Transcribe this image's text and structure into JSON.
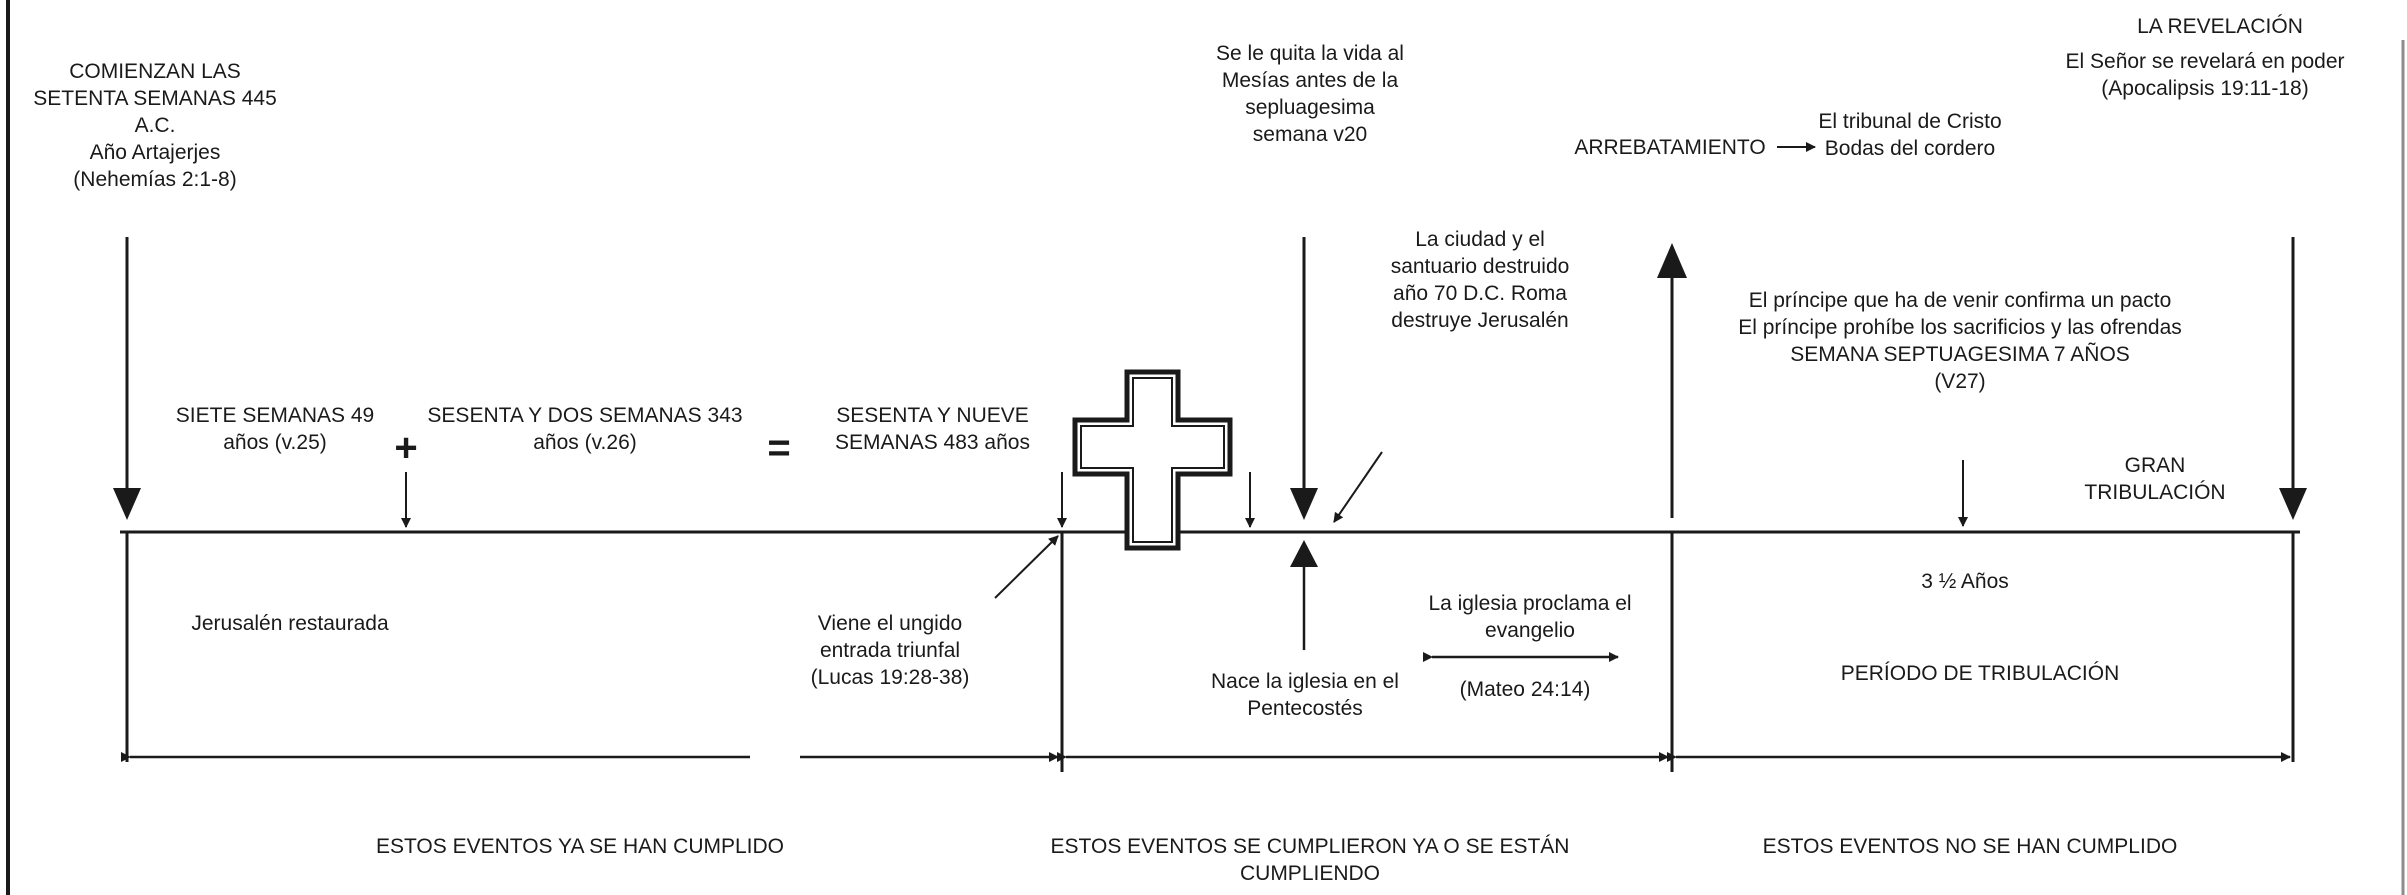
{
  "header": {
    "start": "COMIENZAN LAS\nSETENTA SEMANAS 445\nA.C.\nAño Artajerjes\n(Nehemías 2:1-8)",
    "messiah_cut_off": "Se le quita la vida al\nMesías antes de la\nsepluagesima\nsemana v20",
    "rapture_label": "ARREBATAMIENTO",
    "tribunal": "El tribunal de Cristo\nBodas del cordero",
    "revelation_title": "LA REVELACIÓN",
    "revelation_sub": "El Señor se revelará en poder\n(Apocalipsis 19:11-18)",
    "city_destroyed": "La ciudad y el\nsantuario destruido\naño 70 D.C. Roma\ndestruye Jerusalén",
    "prince": "El príncipe que ha de venir confirma un pacto\nEl príncipe prohíbe los sacrificios y las ofrendas\nSEMANA SEPTUAGESIMA 7 AÑOS\n(V27)"
  },
  "weeks": {
    "seven": "SIETE SEMANAS 49\naños (v.25)",
    "plus": "+",
    "sixty_two": "SESENTA Y DOS SEMANAS 343\naños (v.26)",
    "equals": "=",
    "sixty_nine": "SESENTA Y NUEVE\nSEMANAS 483 años",
    "great_tribulation": "GRAN\nTRIBULACIÓN"
  },
  "below": {
    "jerusalem": "Jerusalén restaurada",
    "anointed": "Viene el ungido\nentrada triunfal\n(Lucas 19:28-38)",
    "church_born": "Nace la iglesia en el\nPentecostés",
    "church_preaches": "La iglesia proclama el\nevangelio",
    "matthew": "(Mateo 24:14)",
    "half_years": "3 ½ Años",
    "tribulation_period": "PERÍODO DE TRIBULACIÓN"
  },
  "footer": {
    "fulfilled": "ESTOS EVENTOS YA SE HAN CUMPLIDO",
    "being_fulfilled": "ESTOS EVENTOS SE CUMPLIERON YA O SE ESTÁN\nCUMPLIENDO",
    "not_fulfilled": "ESTOS EVENTOS NO SE HAN CUMPLIDO"
  },
  "colors": {
    "ink": "#1a1a1a",
    "background": "#ffffff"
  }
}
